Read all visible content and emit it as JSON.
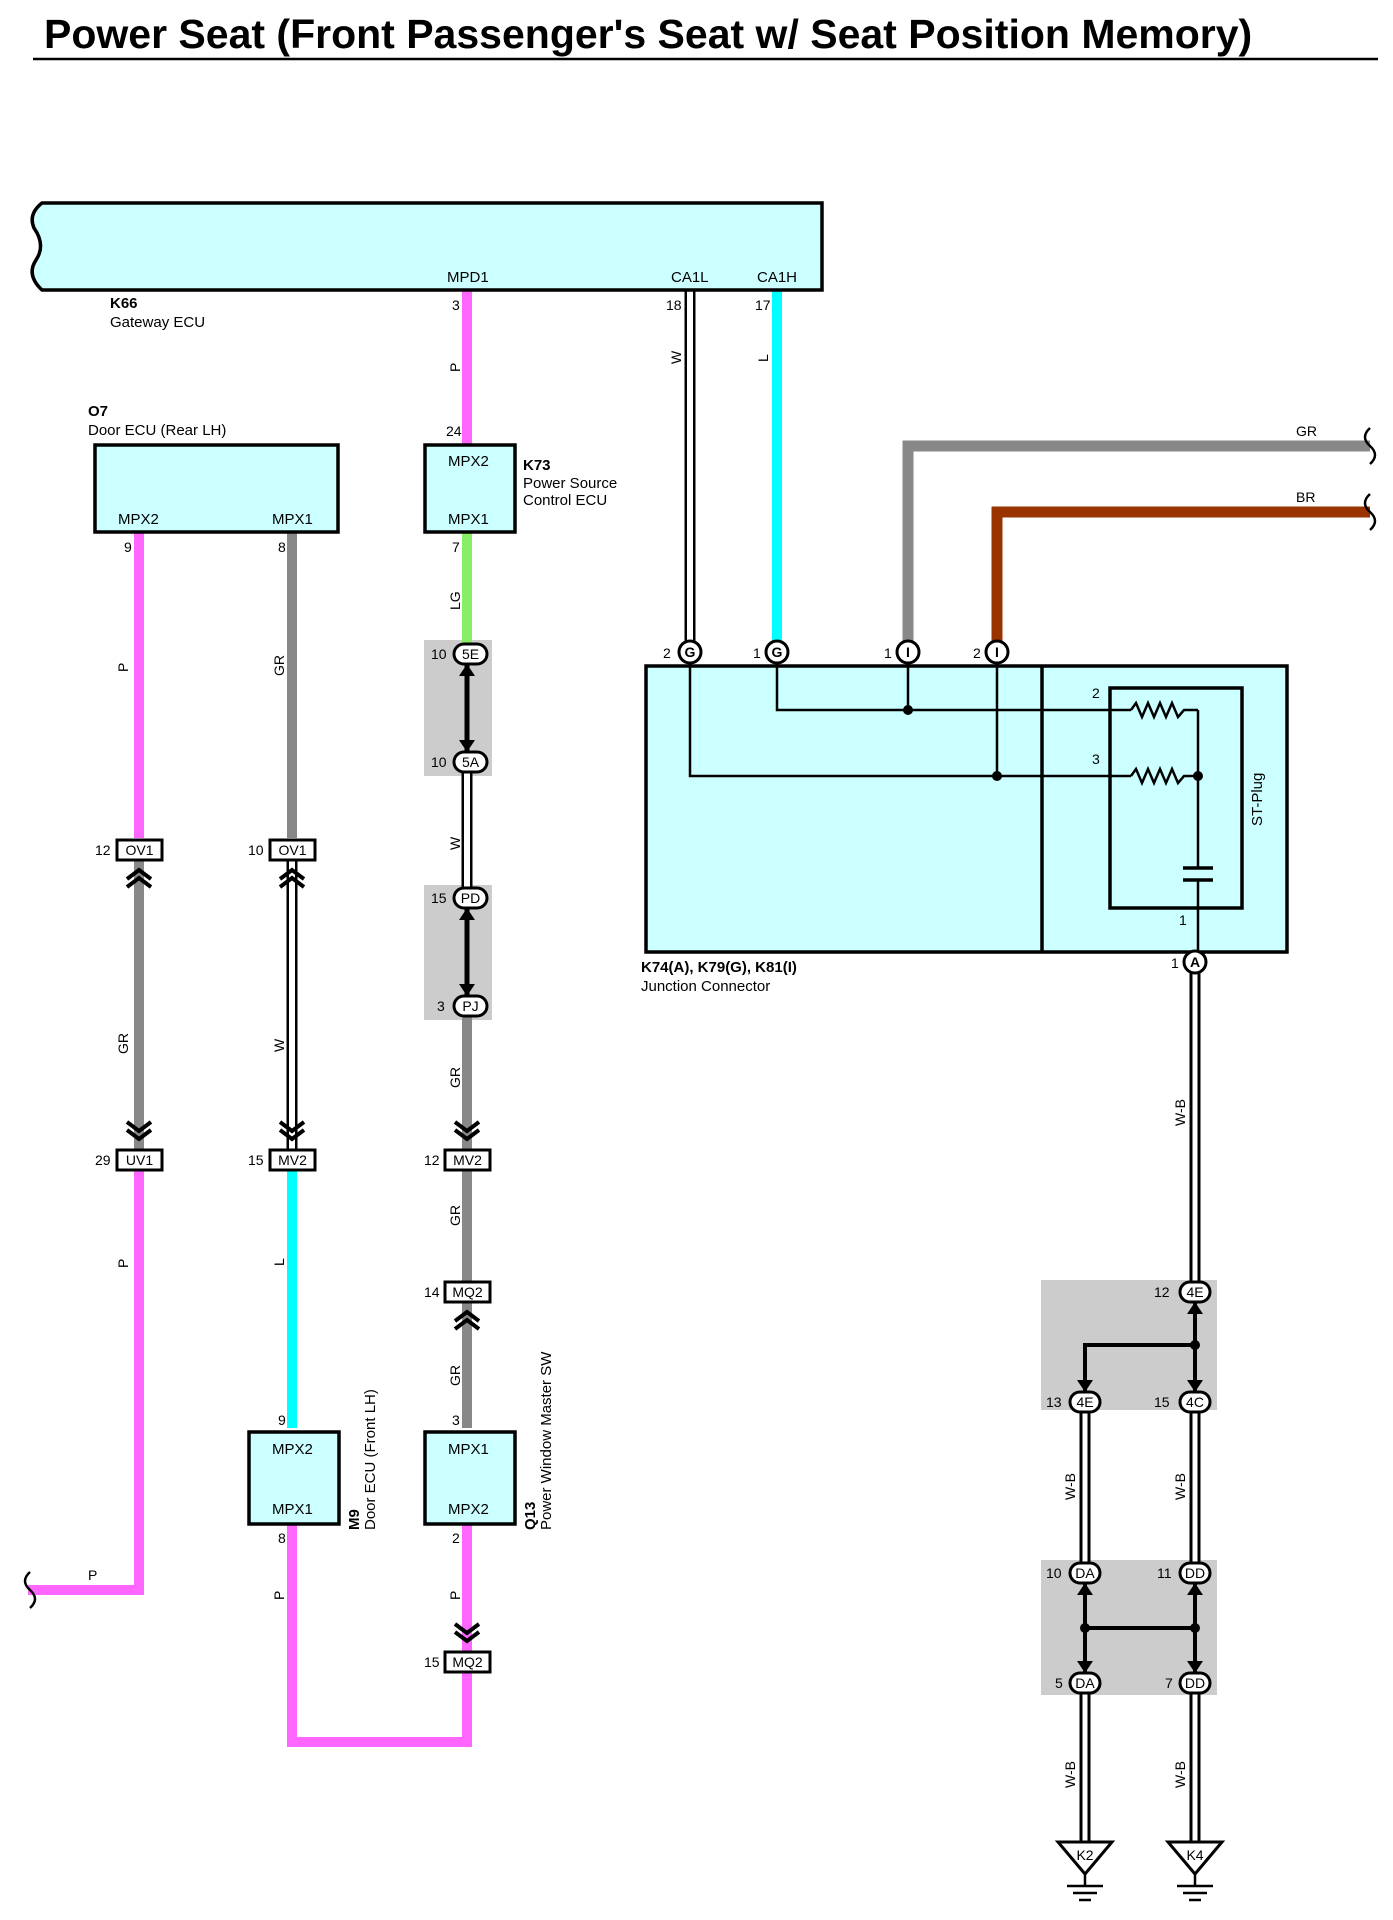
{
  "title": "Power Seat (Front Passenger's Seat w/ Seat Position Memory)",
  "colors": {
    "background": "#ffffff",
    "ecu_fill": "#ccffff",
    "junction_fill": "#cccccc",
    "wire_P": "#ff66ff",
    "wire_GR": "#888888",
    "wire_L": "#00ffff",
    "wire_LG": "#88ee66",
    "wire_W": "#ffffff",
    "wire_BR": "#993300",
    "wire_WB": "#ffffff"
  },
  "components": {
    "k66": {
      "code": "K66",
      "name": "Gateway ECU",
      "terminals": [
        "MPD1",
        "CA1L",
        "CA1H"
      ],
      "pins": [
        "3",
        "18",
        "17"
      ]
    },
    "o7": {
      "code": "O7",
      "name": "Door ECU (Rear LH)",
      "terminals": [
        "MPX2",
        "MPX1"
      ],
      "pins": [
        "9",
        "8"
      ]
    },
    "k73": {
      "code": "K73",
      "name_lines": [
        "Power Source",
        "Control ECU"
      ],
      "terminals": [
        "MPX2",
        "MPX1"
      ],
      "pins": [
        "24",
        "7"
      ]
    },
    "k74": {
      "code": "K74(A), K79(G), K81(I)",
      "name": "Junction Connector",
      "inner_label": "ST-Plug",
      "pins": [
        "2",
        "1",
        "1",
        "2",
        "2",
        "3",
        "1",
        "1"
      ],
      "pin_marks": [
        "G",
        "G",
        "I",
        "I",
        "A"
      ]
    },
    "m9": {
      "code": "M9",
      "name": "Door ECU (Front LH)",
      "terminals": [
        "MPX2",
        "MPX1"
      ],
      "pins": [
        "9",
        "8"
      ]
    },
    "q13": {
      "code": "Q13",
      "name": "Power Window Master SW",
      "terminals": [
        "MPX1",
        "MPX2"
      ],
      "pins": [
        "3",
        "2"
      ]
    }
  },
  "connectors": [
    {
      "id": "OV1",
      "pin": "12"
    },
    {
      "id": "OV1",
      "pin": "10"
    },
    {
      "id": "UV1",
      "pin": "29"
    },
    {
      "id": "MV2",
      "pin": "15"
    },
    {
      "id": "MV2",
      "pin": "12"
    },
    {
      "id": "MQ2",
      "pin": "14"
    },
    {
      "id": "MQ2",
      "pin": "15"
    }
  ],
  "junctions": [
    {
      "id": "5E",
      "pin": "10"
    },
    {
      "id": "5A",
      "pin": "10"
    },
    {
      "id": "PD",
      "pin": "15"
    },
    {
      "id": "PJ",
      "pin": "3"
    },
    {
      "id": "4E",
      "pin": "12"
    },
    {
      "id": "4E",
      "pin": "13"
    },
    {
      "id": "4C",
      "pin": "15"
    },
    {
      "id": "DA",
      "pin": "10"
    },
    {
      "id": "DD",
      "pin": "11"
    },
    {
      "id": "DA",
      "pin": "5"
    },
    {
      "id": "DD",
      "pin": "7"
    }
  ],
  "grounds": [
    "K2",
    "K4"
  ],
  "wire_labels": {
    "p_k66": "P",
    "w_k66": "W",
    "l_k66": "L",
    "gr_top": "GR",
    "br_top": "BR",
    "p_o7": "P",
    "gr_o7": "GR",
    "lg_k73": "LG",
    "w_k73": "W",
    "gr_k73": "GR",
    "gr_col1": "GR",
    "w_col2": "W",
    "p_col1": "P",
    "l_m9": "L",
    "gr_mq": "GR",
    "gr_q13": "GR",
    "p_exit": "P",
    "p_m9": "P",
    "p_q13": "P",
    "wb_a": "W-B",
    "wb_left": "W-B",
    "wb_right": "W-B",
    "wb_k2": "W-B",
    "wb_k4": "W-B"
  }
}
